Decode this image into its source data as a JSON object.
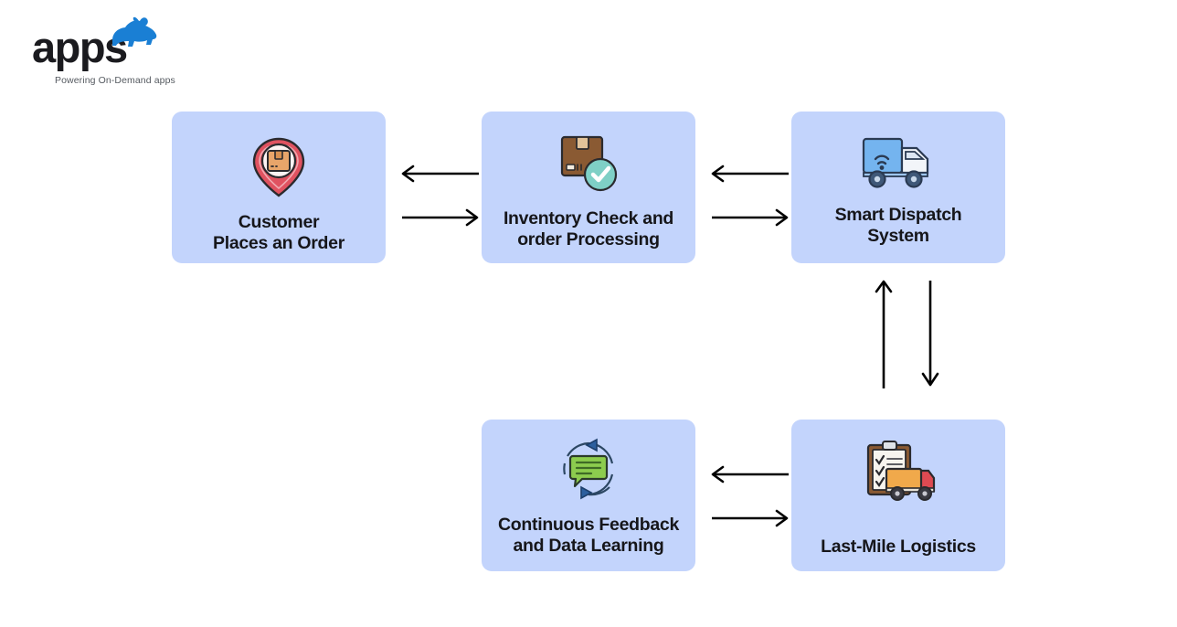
{
  "brand": {
    "wordmark": "apps",
    "tagline": "Powering On-Demand apps",
    "logo_icon": "rhino-icon",
    "logo_color": "#1a7fd4",
    "wordmark_color": "#1b1b1f"
  },
  "theme": {
    "node_background": "#c3d4fc",
    "node_text": "#16161a",
    "arrow_color": "#000000",
    "page_background": "#ffffff"
  },
  "diagram": {
    "type": "flow",
    "nodes": [
      {
        "id": "customer",
        "label": "Customer\nPlaces an Order",
        "icon": "map-pin-package-icon",
        "icon_colors": [
          "#e05260",
          "#e8a56a"
        ]
      },
      {
        "id": "inventory",
        "label": "Inventory Check and\norder Processing",
        "icon": "package-check-icon",
        "icon_colors": [
          "#8a5a33",
          "#53bdb0"
        ]
      },
      {
        "id": "dispatch",
        "label": "Smart Dispatch\nSystem",
        "icon": "smart-truck-wifi-icon",
        "icon_colors": [
          "#74b4ef",
          "#f2f5f9"
        ]
      },
      {
        "id": "feedback",
        "label": "Continuous Feedback\nand Data Learning",
        "icon": "feedback-loop-chat-icon",
        "icon_colors": [
          "#8ccc4e",
          "#2c5f9e"
        ]
      },
      {
        "id": "lastmile",
        "label": "Last-Mile Logistics",
        "icon": "clipboard-truck-icon",
        "icon_colors": [
          "#8a5a33",
          "#f0a94b",
          "#de4a52"
        ]
      }
    ],
    "connectors": [
      {
        "id": "customer-inventory",
        "from": "inventory",
        "to": "customer",
        "orientation": "horizontal",
        "pair": true,
        "directions": [
          "left",
          "right"
        ]
      },
      {
        "id": "inventory-dispatch",
        "from": "dispatch",
        "to": "inventory",
        "orientation": "horizontal",
        "pair": true,
        "directions": [
          "left",
          "right"
        ]
      },
      {
        "id": "dispatch-lastmile",
        "from": "dispatch",
        "to": "lastmile",
        "orientation": "vertical",
        "pair": true,
        "directions": [
          "up",
          "down"
        ]
      },
      {
        "id": "lastmile-feedback",
        "from": "lastmile",
        "to": "feedback",
        "orientation": "horizontal",
        "pair": true,
        "directions": [
          "left",
          "right"
        ]
      }
    ]
  }
}
